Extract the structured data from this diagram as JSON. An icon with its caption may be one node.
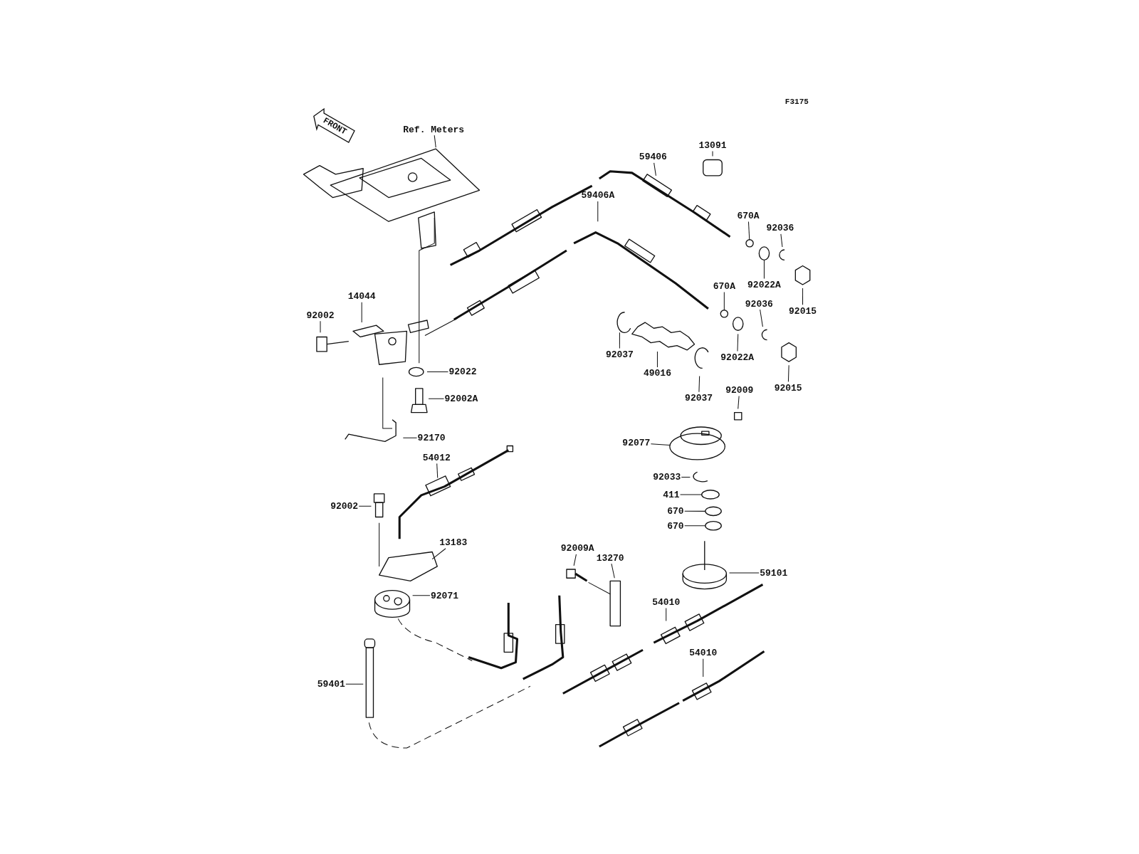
{
  "diagram": {
    "nodes": [
      {
        "text": [
          "Ref. Meters"
        ]
      },
      {
        "text": [
          "59406"
        ]
      },
      {
        "text": [
          "13091"
        ]
      },
      {
        "text": [
          "670A"
        ]
      },
      {
        "text": [
          "92036"
        ]
      },
      {
        "text": [
          "92022A"
        ]
      },
      {
        "text": [
          "92015"
        ]
      },
      {
        "text": [
          "59406A"
        ]
      },
      {
        "text": [
          "670A"
        ]
      },
      {
        "text": [
          "92036"
        ]
      },
      {
        "text": [
          "92022A"
        ]
      },
      {
        "text": [
          "92015"
        ]
      },
      {
        "text": [
          "92037"
        ]
      },
      {
        "text": [
          "49016"
        ]
      },
      {
        "text": [
          "92037"
        ]
      },
      {
        "text": [
          "14044"
        ]
      },
      {
        "text": [
          "92002"
        ]
      },
      {
        "text": [
          "92022"
        ]
      },
      {
        "text": [
          "92002A"
        ]
      },
      {
        "text": [
          "92170"
        ]
      },
      {
        "text": [
          "92009"
        ]
      },
      {
        "text": [
          "92077"
        ]
      },
      {
        "text": [
          "54012"
        ]
      },
      {
        "text": [
          "92033"
        ]
      },
      {
        "text": [
          "411"
        ]
      },
      {
        "text": [
          "670"
        ]
      },
      {
        "text": [
          "670"
        ]
      },
      {
        "text": [
          "92002"
        ]
      },
      {
        "text": [
          "13183"
        ]
      },
      {
        "text": [
          "59101"
        ]
      },
      {
        "text": [
          "92009A"
        ]
      },
      {
        "text": [
          "13270"
        ]
      },
      {
        "text": [
          "92071"
        ]
      },
      {
        "text": [
          "54010"
        ]
      },
      {
        "text": [
          "54010"
        ]
      },
      {
        "text": [
          "59401"
        ]
      },
      {
        "text": [],
        "shape": "circle"
      },
      {
        "text": [],
        "shape": "circle"
      },
      {
        "text": [],
        "shape": "circle"
      },
      {
        "text": [],
        "shape": "box"
      },
      {
        "text": [],
        "shape": "circle"
      },
      {
        "text": [],
        "shape": "circle"
      },
      {
        "text": [],
        "shape": "circle"
      }
    ],
    "edges": [
      {
        "from": 0,
        "to": null,
        "arrow": "none"
      },
      {
        "from": 1,
        "to": null,
        "arrow": "none"
      },
      {
        "from": 2,
        "to": null,
        "arrow": "none"
      },
      {
        "from": 3,
        "to": 36,
        "arrow": "none"
      },
      {
        "from": 4,
        "to": null,
        "arrow": "none"
      },
      {
        "from": 5,
        "to": 37,
        "arrow": "none"
      },
      {
        "from": 6,
        "to": null,
        "arrow": "none"
      },
      {
        "from": 7,
        "to": null,
        "arrow": "none"
      },
      {
        "from": 8,
        "to": 38,
        "arrow": "none"
      },
      {
        "from": 9,
        "to": null,
        "arrow": "none"
      },
      {
        "from": 10,
        "to": null,
        "arrow": "none"
      },
      {
        "from": 11,
        "to": null,
        "arrow": "none"
      },
      {
        "from": 12,
        "to": null,
        "arrow": "none"
      },
      {
        "from": 13,
        "to": null,
        "arrow": "none"
      },
      {
        "from": 14,
        "to": null,
        "arrow": "none"
      },
      {
        "from": 15,
        "to": null,
        "arrow": "none"
      },
      {
        "from": 16,
        "to": null,
        "arrow": "none"
      },
      {
        "from": 17,
        "to": null,
        "arrow": "none"
      },
      {
        "from": 18,
        "to": null,
        "arrow": "none"
      },
      {
        "from": 19,
        "to": null,
        "arrow": "none"
      },
      {
        "from": 20,
        "to": null,
        "arrow": "none"
      },
      {
        "from": 21,
        "to": null,
        "arrow": "none"
      },
      {
        "from": 22,
        "to": 39,
        "arrow": "none"
      },
      {
        "from": 23,
        "to": null,
        "arrow": "none"
      },
      {
        "from": 24,
        "to": 40,
        "arrow": "none"
      },
      {
        "from": 25,
        "to": 41,
        "arrow": "none"
      },
      {
        "from": 26,
        "to": 42,
        "arrow": "none"
      },
      {
        "from": 27,
        "to": null,
        "arrow": "none"
      },
      {
        "from": 28,
        "to": null,
        "arrow": "none"
      },
      {
        "from": 29,
        "to": null,
        "arrow": "none"
      },
      {
        "from": 30,
        "to": null,
        "arrow": "none"
      },
      {
        "from": 31,
        "to": null,
        "arrow": "none"
      },
      {
        "from": 32,
        "to": null,
        "arrow": "none"
      },
      {
        "from": 33,
        "to": null,
        "arrow": "none"
      },
      {
        "from": 34,
        "to": null,
        "arrow": "none"
      },
      {
        "from": 35,
        "to": null,
        "arrow": "none"
      }
    ],
    "labels": [
      "F3175",
      "FRONT"
    ]
  }
}
